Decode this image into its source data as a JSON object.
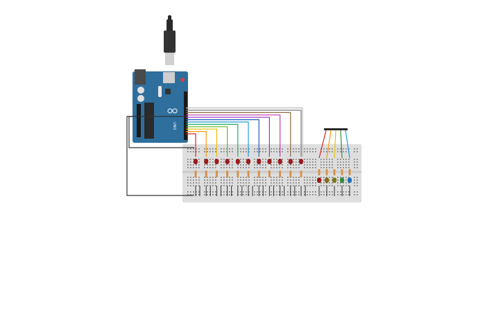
{
  "board": {
    "name": "Arduino UNO",
    "logo_text": "UNO"
  },
  "colors": {
    "background": "#ffffff",
    "board": "#2e6f9e",
    "breadboard": "#dedede",
    "led_red": "#9b1c1c",
    "resistor": "#d8924a",
    "wire_black": "#333333",
    "wire_gray": "#bbbbbb",
    "wires": [
      "#d62728",
      "#ff9900",
      "#e6c000",
      "#66bb22",
      "#22aa66",
      "#1f9ed8",
      "#1f5fb8",
      "#9b30c8",
      "#c23ab0",
      "#8b6a3c",
      "#777777",
      "#bbbbbb"
    ]
  },
  "leds_row1_count": 11,
  "leds_row2_colors": [
    "#9b1c1c",
    "#8b6a1c",
    "#7a7a1c",
    "#2f8f3a",
    "#1f6fb8"
  ],
  "icons": [
    "usb-cable-icon",
    "led-icon",
    "resistor-icon",
    "jumper-wire-icon"
  ]
}
